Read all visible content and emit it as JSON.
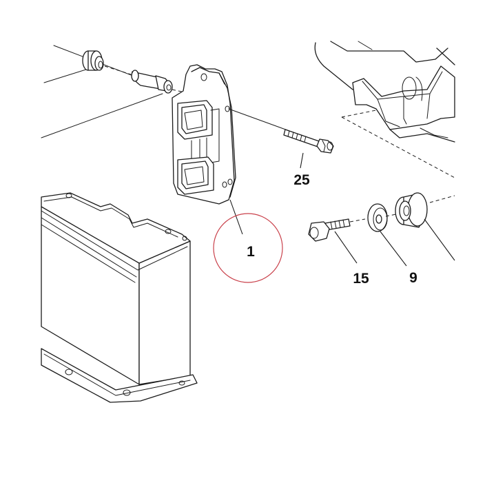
{
  "callouts": {
    "part_1": "1",
    "part_25": "25",
    "part_15": "15",
    "part_9": "9"
  },
  "colors": {
    "line": "#1a1a1a",
    "highlight_circle": "#c9404a",
    "background": "#ffffff"
  }
}
